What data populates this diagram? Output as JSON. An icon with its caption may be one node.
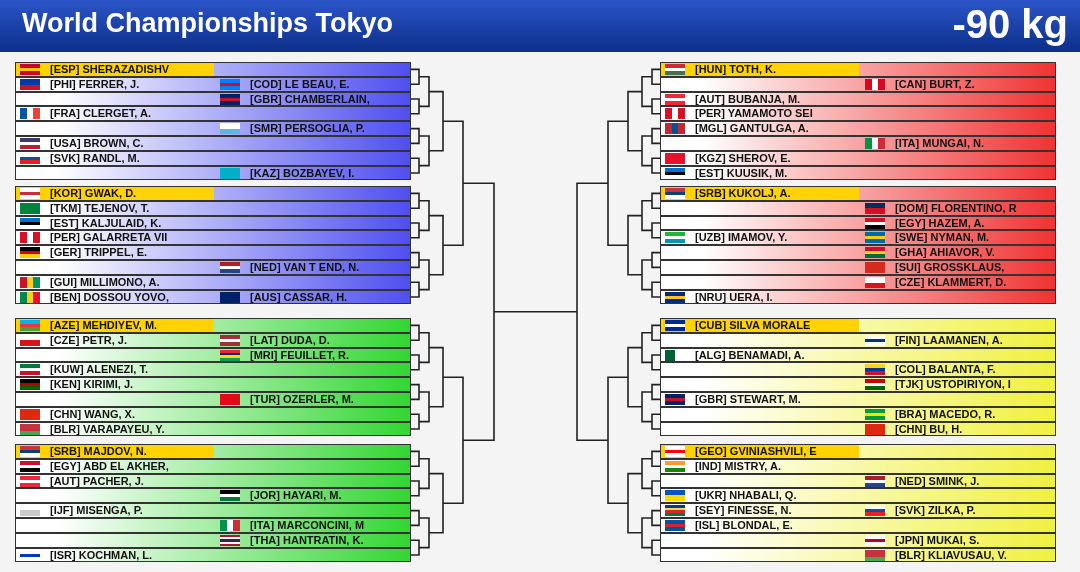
{
  "diagram": {
    "title": "World Championships Tokyo",
    "labels": [
      "-90 kg",
      "[ESP] SHERAZADISHV",
      "[PHI] FERRER, J.",
      "[COD] LE BEAU, E.",
      "[GBR] CHAMBERLAIN,",
      "[FRA] CLERGET, A.",
      "[SMR] PERSOGLIA, P.",
      "[USA] BROWN, C.",
      "[SVK] RANDL, M.",
      "[KAZ] BOZBAYEV, I.",
      "[KOR] GWAK, D.",
      "[TKM] TEJENOV, T.",
      "[EST] KALJULAID, K.",
      "[PER] GALARRETA VII",
      "[GER] TRIPPEL, E.",
      "[NED] VAN T END, N.",
      "[GUI] MILLIMONO, A.",
      "[BEN] DOSSOU YOVO,",
      "[AUS] CASSAR, H.",
      "[AZE] MEHDIYEV, M.",
      "[CZE] PETR, J.",
      "[LAT] DUDA, D.",
      "[MRI] FEUILLET, R.",
      "[KUW] ALENEZI, T.",
      "[KEN] KIRIMI, J.",
      "[TUR] OZERLER, M.",
      "[CHN] WANG, X.",
      "[BLR] VARAPAYEU, Y.",
      "[SRB] MAJDOV, N.",
      "[EGY] ABD EL AKHER,",
      "[AUT] PACHER, J.",
      "[JOR] HAYARI, M.",
      "[IJF] MISENGA, P.",
      "[ITA] MARCONCINI, M",
      "[THA] HANTRATIN, K.",
      "[ISR] KOCHMAN, L.",
      "[HUN] TOTH, K.",
      "[CAN] BURT, Z.",
      "[AUT] BUBANJA, M.",
      "[PER] YAMAMOTO SEI",
      "[MGL] GANTULGA, A.",
      "[ITA] MUNGAI, N.",
      "[KGZ] SHEROV, E.",
      "[EST] KUUSIK, M.",
      "[SRB] KUKOLJ, A.",
      "[DOM] FLORENTINO, R",
      "[EGY] HAZEM, A.",
      "[UZB] IMAMOV, Y.",
      "[SWE] NYMAN, M.",
      "[GHA] AHIAVOR, V.",
      "[SUI] GROSSKLAUS,",
      "[CZE] KLAMMERT, D.",
      "[NRU] UERA, I.",
      "[CUB] SILVA MORALE",
      "[FIN] LAAMANEN, A.",
      "[ALG] BENAMADI, A.",
      "[COL] BALANTA, F.",
      "[TJK] USTOPIRIYON, I",
      "[GBR] STEWART, M.",
      "[BRA] MACEDO, R.",
      "[CHN] BU, H.",
      "[GEO] GVINIASHVILI, E",
      "[IND] MISTRY, A.",
      "[NED] SMINK, J.",
      "[UKR] NHABALI, Q.",
      "[SEY] FINESSE, N.",
      "[SVK] ZILKA, P.",
      "[ISL] BLONDAL, E.",
      "[JPN] MUKAI, S.",
      "[BLR] KLIAVUSAU, V."
    ]
  }
}
